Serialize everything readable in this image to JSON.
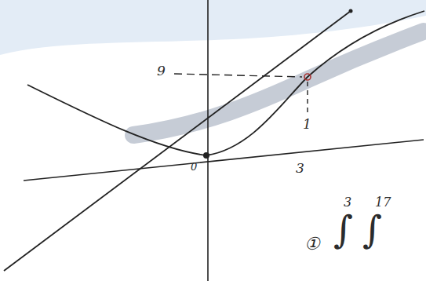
{
  "diagram": {
    "labels": [
      "9",
      "1",
      "3",
      "0",
      "3",
      "17",
      "①",
      "∫",
      "∫"
    ]
  }
}
